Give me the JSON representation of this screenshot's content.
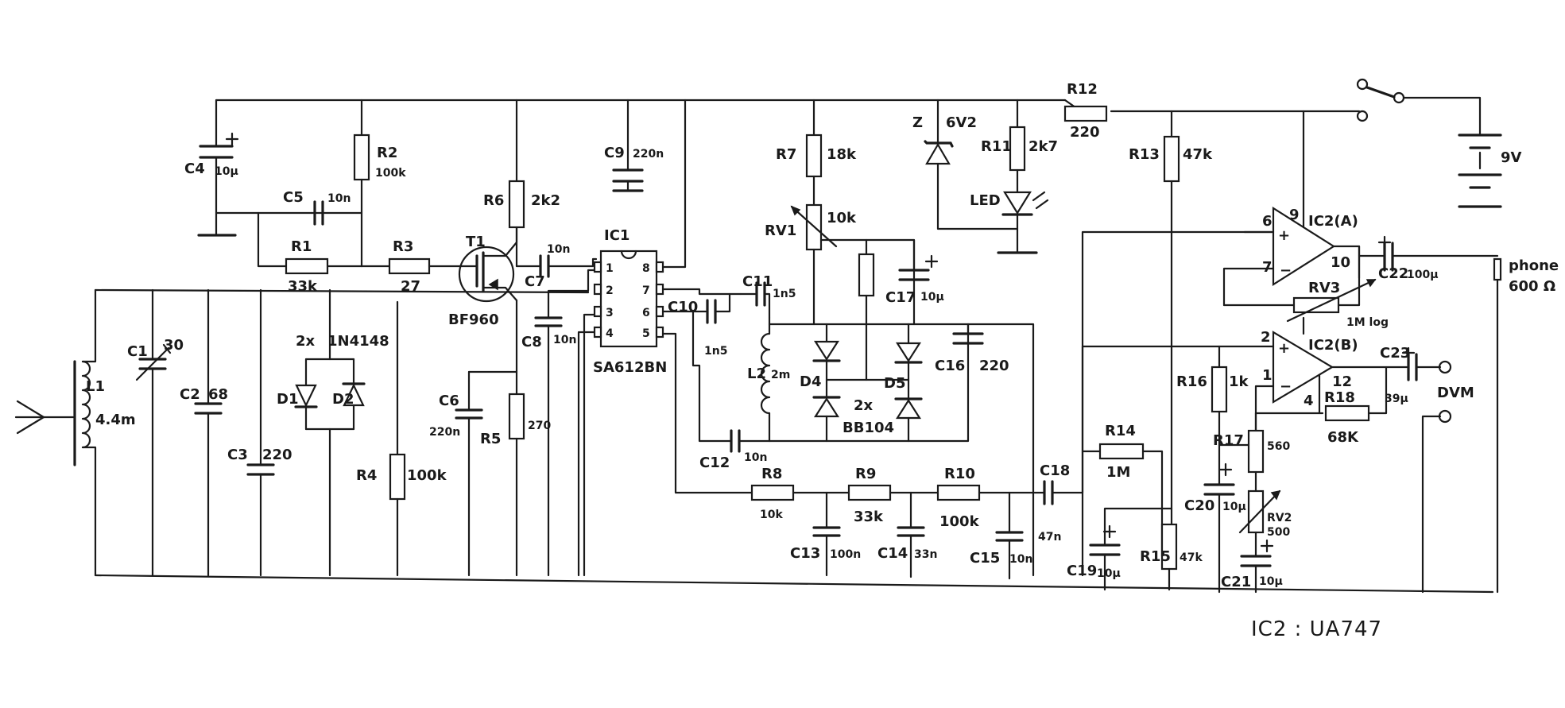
{
  "labels": {
    "c4": "C4",
    "c4_val": "10µ",
    "r2": "R2",
    "r2_val": "100k",
    "c5": "C5",
    "c5_val": "10n",
    "r1": "R1",
    "r1_val": "33k",
    "r3": "R3",
    "r3_val": "27",
    "t1": "T1",
    "t1_type": "BF960",
    "r6": "R6",
    "r6_val": "2k2",
    "c7": "C7",
    "c7_val": "10n",
    "c9": "C9",
    "c9_val": "220n",
    "ic1": "IC1",
    "ic1_type": "SA612BN",
    "pin1": "1",
    "pin2": "2",
    "pin3": "3",
    "pin4": "4",
    "pin5": "5",
    "pin6": "6",
    "pin7": "7",
    "pin8": "8",
    "c8": "C8",
    "c8_val": "10n",
    "c6": "C6",
    "c6_val": "220n",
    "r5": "R5",
    "r5_val": "270",
    "r4": "R4",
    "r4_val": "100k",
    "l1": "L1",
    "l1_val": "4.4m",
    "c1": "C1",
    "c1_val": "30",
    "c2": "C2",
    "c2_val": "68",
    "c3": "C3",
    "c3_val": "220",
    "d1": "D1",
    "d2": "D2",
    "d12_count": "2x",
    "d12_type": "1N4148",
    "c10": "C10",
    "c10_val": "1n5",
    "c11": "C11",
    "c11_val": "1n5",
    "l2": "L2",
    "l2_val": "2m",
    "c12": "C12",
    "c12_val": "10n",
    "d4": "D4",
    "d5": "D5",
    "d45_count": "2x",
    "d45_type": "BB104",
    "c16": "C16",
    "c16_val": "220",
    "r7": "R7",
    "r7_val": "18k",
    "rv1": "RV1",
    "rv1_val": "10k",
    "c17": "C17",
    "c17_val": "10µ",
    "z": "Z",
    "z_val": "6V2",
    "r11": "R11",
    "r11_val": "2k7",
    "led": "LED",
    "r12": "R12",
    "r12_val": "220",
    "r13": "R13",
    "r13_val": "47k",
    "battery": "9V",
    "r8": "R8",
    "r8_val": "10k",
    "r9": "R9",
    "r9_val": "33k",
    "r10": "R10",
    "r10_val": "100k",
    "c13": "C13",
    "c13_val": "100n",
    "c14": "C14",
    "c14_val": "33n",
    "c15": "C15",
    "c15_val": "10n",
    "c18": "C18",
    "c18_val": "47n",
    "r14": "R14",
    "r14_val": "1M",
    "c19": "C19",
    "c19_val": "10µ",
    "r15": "R15",
    "r15_val": "47k",
    "ic2a": "IC2(A)",
    "ic2b": "IC2(B)",
    "opa_pin6": "6",
    "opa_pin7": "7",
    "opa_pin9": "9",
    "opa_pin10": "10",
    "opb_pin2": "2",
    "opb_pin1": "1",
    "opb_pin4": "4",
    "opb_pin12": "12",
    "rv3": "RV3",
    "rv3_val": "1M log",
    "c22": "C22",
    "c22_val": "100µ",
    "phone": "phone",
    "phone_imp": "600 Ω",
    "r16": "R16",
    "r16_val": "1k",
    "r17": "R17",
    "r17_val": "560",
    "c20": "C20",
    "c20_val": "10µ",
    "rv2": "RV2",
    "rv2_val": "500",
    "c21": "C21",
    "c21_val": "10µ",
    "r18": "R18",
    "r18_val": "68K",
    "c23": "C23",
    "c23_val": "39µ",
    "dvm": "DVM",
    "ic2_note": "IC2 : UA747"
  }
}
